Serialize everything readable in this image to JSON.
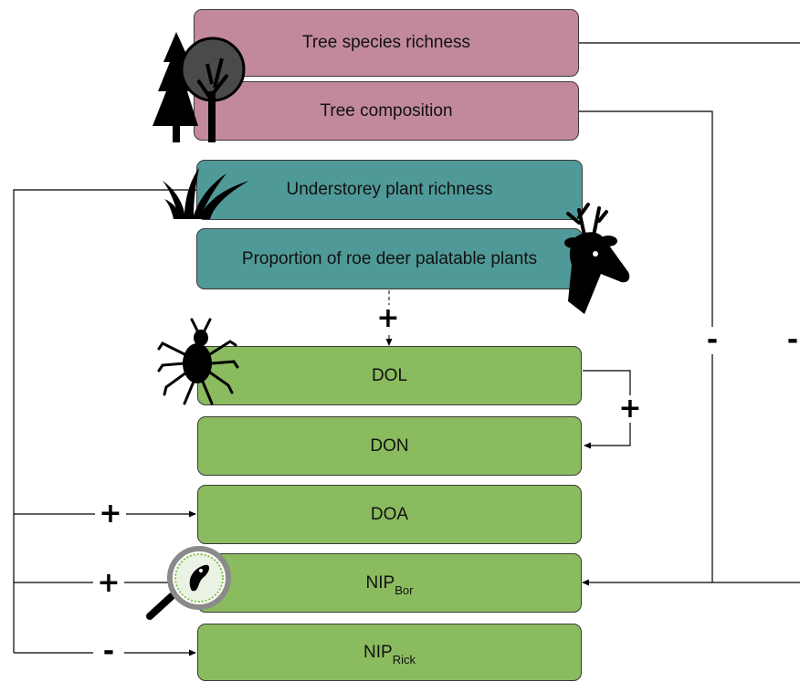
{
  "boxes": {
    "tree_richness": "Tree species richness",
    "tree_composition": "Tree composition",
    "understorey_richness": "Understorey plant richness",
    "roe_deer_palatable": "Proportion of roe deer palatable plants",
    "dol": "DOL",
    "don": "DON",
    "doa": "DOA",
    "nip_bor": {
      "main": "NIP",
      "sub": "Bor"
    },
    "nip_rick": {
      "main": "NIP",
      "sub": "Rick"
    }
  },
  "signs": {
    "palatable_to_dol": "+",
    "dol_to_don": "+",
    "understorey_to_doa": "+",
    "understorey_to_nip_bor": "+",
    "understorey_to_nip_rick": "-",
    "tree_composition_to_nip_bor": "-",
    "tree_richness_to_nip_bor": "-"
  },
  "colors": {
    "tree_boxes": "#c2899e",
    "understorey_boxes": "#4f9a98",
    "tick_boxes": "#8bbb5f"
  },
  "icons": [
    "tree-icon",
    "grass-icon",
    "roe-deer-icon",
    "tick-icon",
    "magnifier-bacteria-icon"
  ]
}
